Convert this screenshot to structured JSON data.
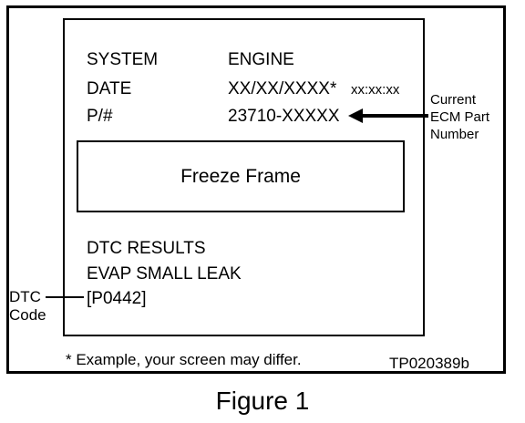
{
  "screen": {
    "system_label": "SYSTEM",
    "system_value": "ENGINE",
    "date_label": "DATE",
    "date_value": "XX/XX/XXXX*",
    "time_value": "xx:xx:xx",
    "part_label": "P/#",
    "part_value": "23710-XXXXX",
    "freeze_frame": "Freeze Frame",
    "dtc_results": "DTC RESULTS",
    "dtc_description": "EVAP SMALL LEAK",
    "dtc_code": "[P0442]"
  },
  "callouts": {
    "ecm_line1": "Current",
    "ecm_line2": "ECM Part",
    "ecm_line3": "Number",
    "dtc_line1": "DTC",
    "dtc_line2": "Code"
  },
  "footer": {
    "note": "* Example, your screen may differ.",
    "ref_id": "TP020389b"
  },
  "caption": "Figure 1"
}
